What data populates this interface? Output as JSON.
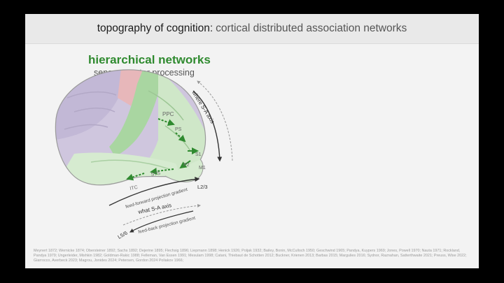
{
  "slide": {
    "header_strong": "topography of cognition",
    "header_sep": ":",
    "header_rest": "cortical distributed association networks",
    "title": "hierarchical networks",
    "subtitle": "sensory-motor processing"
  },
  "figure": {
    "label_ppc": "PPC",
    "label_ps": "PS",
    "label_s1": "S1",
    "label_p2": "P2",
    "label_m1": "M1",
    "label_ventral": "ITC",
    "label_sts": "STS",
    "where_axis": "where S-A axis",
    "what_axis": "what S-A axis",
    "ff_gradient": "feed-forward projection gradient",
    "fb_gradient": "feed-back projection gradient",
    "layer_top": "L2/3",
    "layer_bottom": "L5/6",
    "colors": {
      "green": "#2f8a2f",
      "light_green": "#bfe0b8",
      "pink": "#e9b9bb",
      "purple": "#c9bedb",
      "dashed": "#aaaaaa"
    }
  },
  "references": {
    "line1": "Meynert 1872; Wernicke 1874; Obersteiner 1892; Sachs 1892; Dejerine 1895; Flechsig 1896; Liepmann 1898; Henick 1926; Poljak 1932; Bailey, Bonin, McCulloch 1950; Geschwind 1965; Pandya, Kuypers 1969; Jones, Powell 1970; Nauta 1971; Rockland, Pandya 1979; Ungerleider, Mishkin 1982; Goldman-Rakic 1988; Felleman, Van Essen 1991; Mesulam 1998; Catani, Thiebaut de Schotten 2012; Buckner, Krienen 2013; Barbas 2015; Margulies 2016; Sydnor, Raznahan, Satterthwaite 2021; Preuss, Wise 2022; Giarrocco, Averbeck 2023; Magrou, Jonides 2024; Petersen, Gordon 2024",
    "line2": "Poliakov 1966;"
  }
}
